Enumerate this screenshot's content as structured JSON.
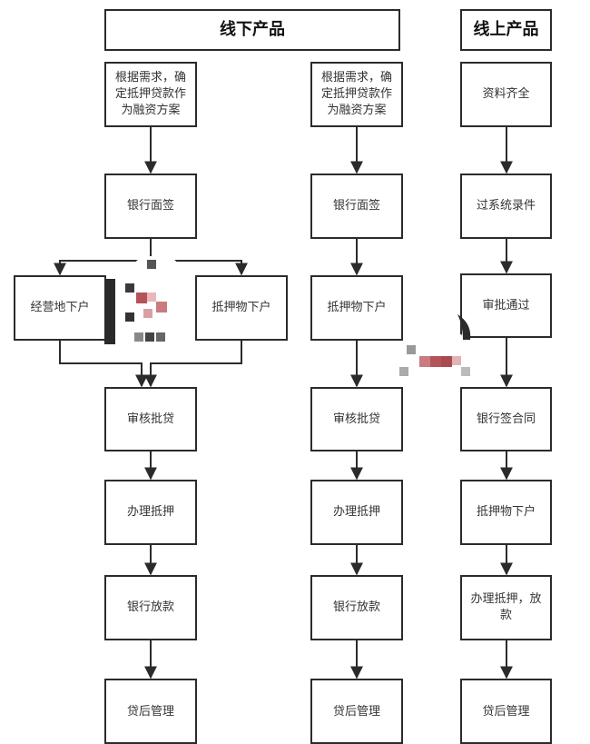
{
  "headers": {
    "offline": "线下产品",
    "online": "线上产品"
  },
  "col1": {
    "demand": "根据需求，确定抵押贷款作为融资方案",
    "bank_sign": "银行面签",
    "business_transfer": "经营地下户",
    "collateral_transfer": "抵押物下户",
    "review": "审核批贷",
    "mortgage": "办理抵押",
    "disburse": "银行放款",
    "post_loan": "贷后管理"
  },
  "col2": {
    "demand": "根据需求，确定抵押贷款作为融资方案",
    "bank_sign": "银行面签",
    "collateral_transfer": "抵押物下户",
    "review": "审核批贷",
    "mortgage": "办理抵押",
    "disburse": "银行放款",
    "post_loan": "贷后管理"
  },
  "col3": {
    "docs_ready": "资料齐全",
    "system_entry": "过系统录件",
    "approved": "审批通过",
    "bank_contract": "银行签合同",
    "collateral_transfer": "抵押物下户",
    "mortgage_disburse": "办理抵押，放款",
    "post_loan": "贷后管理"
  },
  "colors": {
    "border": "#2b2b2b",
    "mosaic_dark": "#2a2a2a",
    "mosaic_red": "#b5535a"
  }
}
